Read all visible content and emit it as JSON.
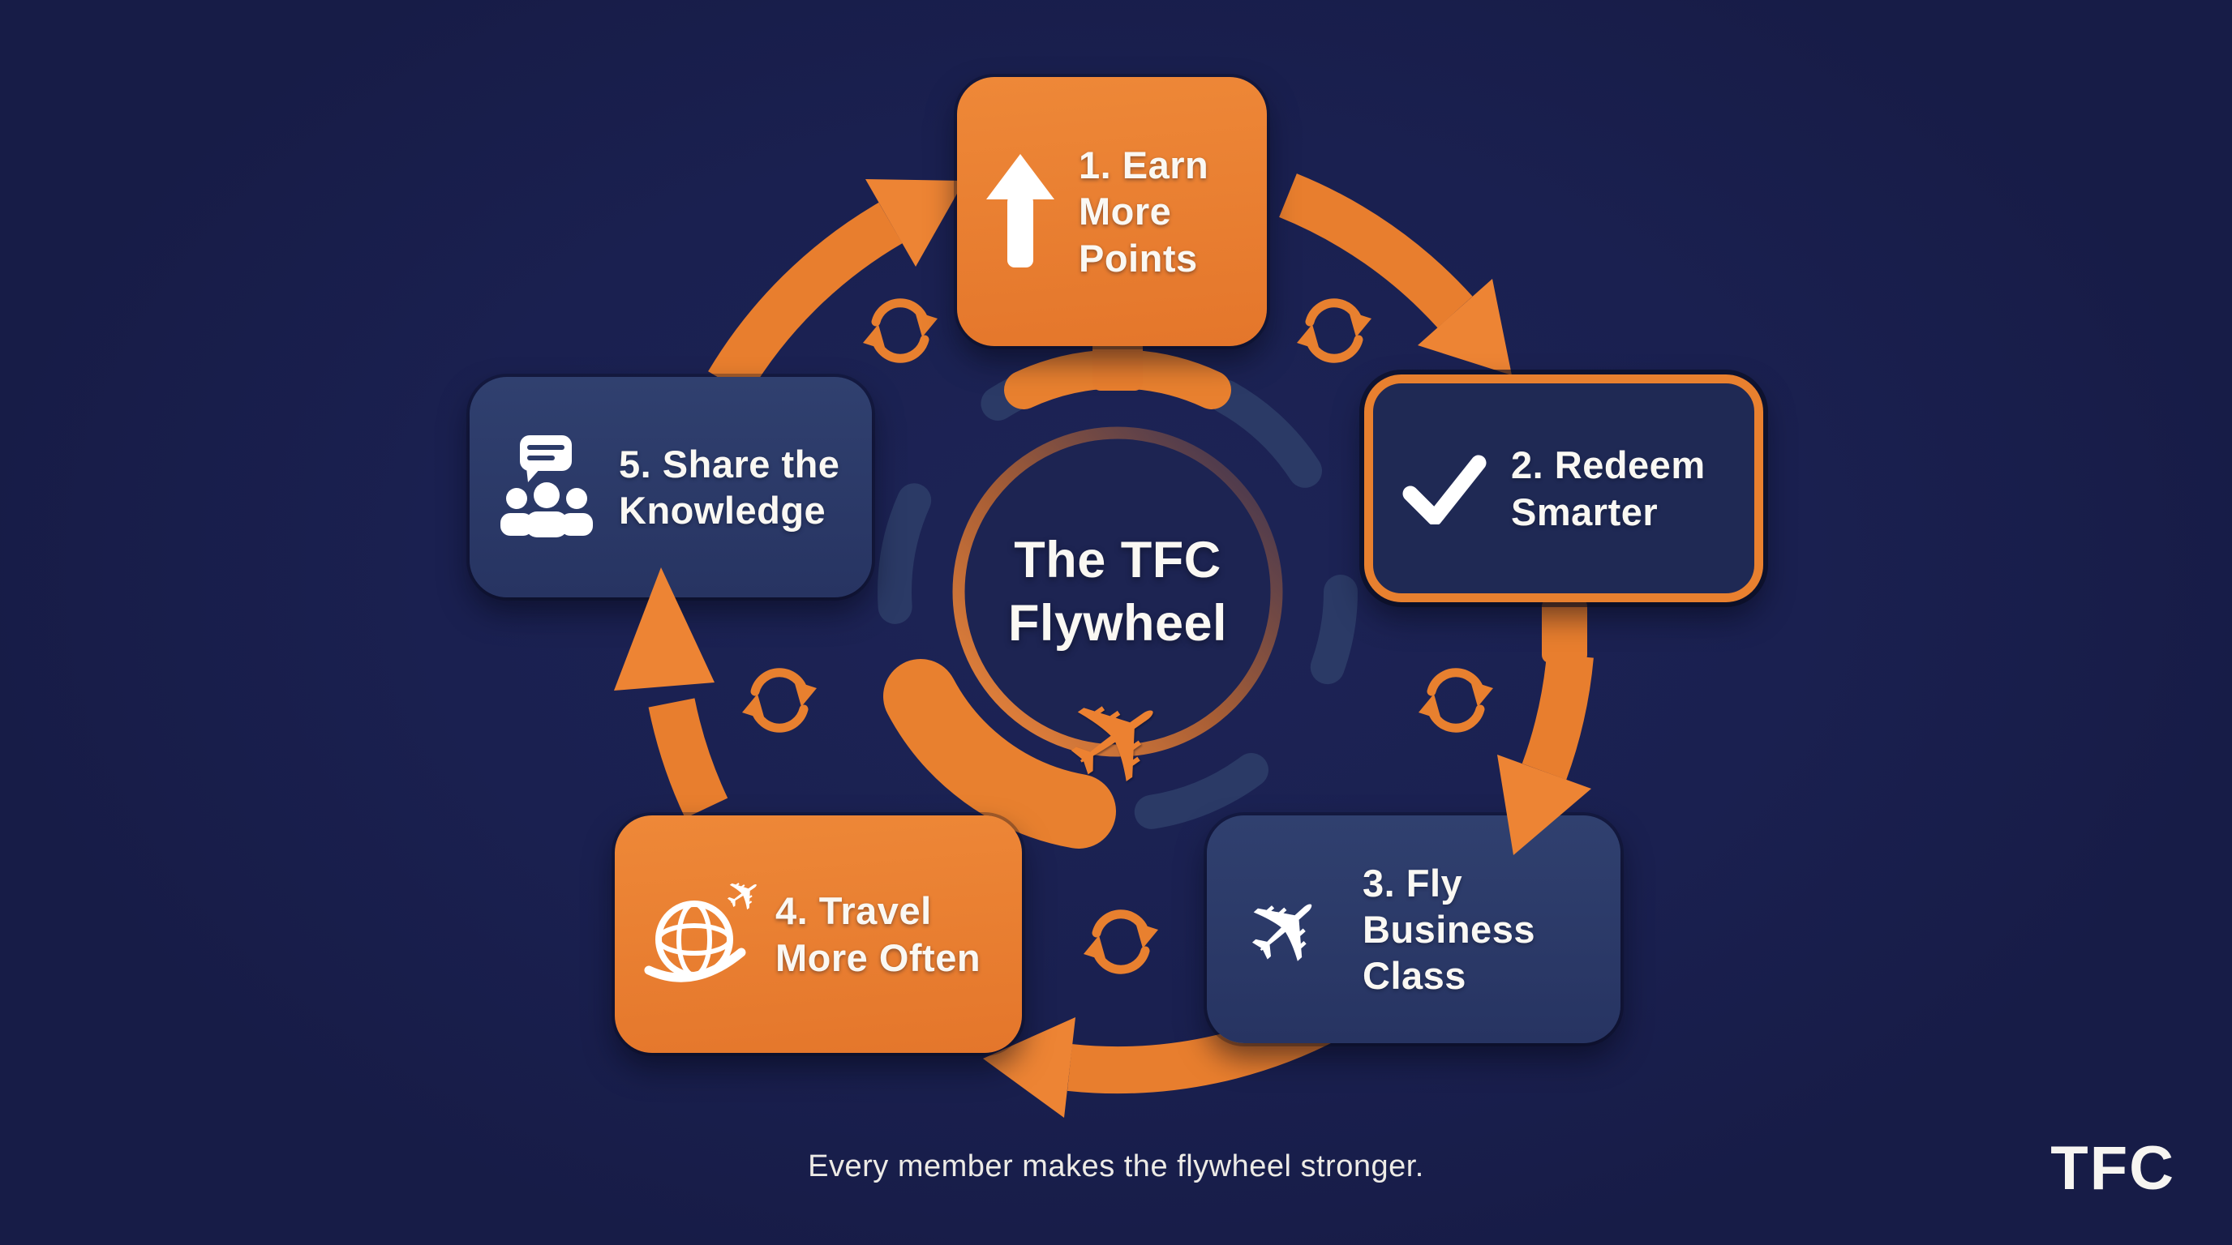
{
  "center": {
    "title": "The TFC\nFlywheel",
    "icon": "plane-icon"
  },
  "steps": [
    {
      "id": 1,
      "label": "1. Earn\nMore\nPoints",
      "icon": "up-arrow-icon",
      "style": "orange"
    },
    {
      "id": 2,
      "label": "2. Redeem\nSmarter",
      "icon": "checkmark-icon",
      "style": "navy-outlined"
    },
    {
      "id": 3,
      "label": "3. Fly\nBusiness\nClass",
      "icon": "airplane-icon",
      "style": "navy"
    },
    {
      "id": 4,
      "label": "4. Travel\nMore Often",
      "icon": "globe-plane-icon",
      "style": "orange"
    },
    {
      "id": 5,
      "label": "5. Share the\nKnowledge",
      "icon": "people-chat-icon",
      "style": "navy"
    }
  ],
  "connectors": {
    "icon": "cycle-icon",
    "count": 5,
    "flow": "clockwise"
  },
  "caption": "Every member makes the flywheel stronger.",
  "logo": {
    "text": "TFC"
  },
  "icons": {
    "plane_glyph": "✈"
  },
  "colors": {
    "background": "#1A2050",
    "accent_orange": "#E87E2E",
    "panel_navy": "#2C3B68",
    "outlined_panel_fill": "#1F2954",
    "ring_slate": "#2B3A66",
    "text": "#FAF8F3"
  }
}
